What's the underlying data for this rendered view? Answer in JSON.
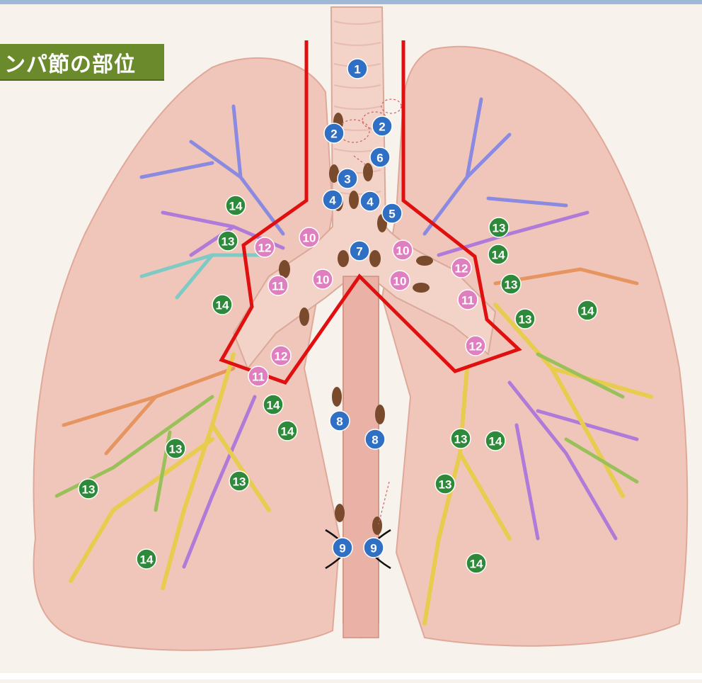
{
  "title": "ンパ節の部位",
  "colors": {
    "node_blue": "#2f6fc4",
    "node_pink": "#e07fbf",
    "node_green": "#2e8a3a",
    "outline_red": "#e01010",
    "lung": "#f1c9bf",
    "trachea": "#f3c6bd"
  },
  "nodes": [
    {
      "label": "1",
      "color": "blue"
    },
    {
      "label": "2",
      "color": "blue"
    },
    {
      "label": "2",
      "color": "blue"
    },
    {
      "label": "6",
      "color": "blue"
    },
    {
      "label": "3",
      "color": "blue"
    },
    {
      "label": "4",
      "color": "blue"
    },
    {
      "label": "4",
      "color": "blue"
    },
    {
      "label": "5",
      "color": "blue"
    },
    {
      "label": "7",
      "color": "blue"
    },
    {
      "label": "8",
      "color": "blue"
    },
    {
      "label": "8",
      "color": "blue"
    },
    {
      "label": "9",
      "color": "blue"
    },
    {
      "label": "9",
      "color": "blue"
    },
    {
      "label": "10",
      "color": "pink"
    },
    {
      "label": "10",
      "color": "pink"
    },
    {
      "label": "10",
      "color": "pink"
    },
    {
      "label": "10",
      "color": "pink"
    },
    {
      "label": "12",
      "color": "pink"
    },
    {
      "label": "11",
      "color": "pink"
    },
    {
      "label": "12",
      "color": "pink"
    },
    {
      "label": "11",
      "color": "pink"
    },
    {
      "label": "12",
      "color": "pink"
    },
    {
      "label": "11",
      "color": "pink"
    },
    {
      "label": "12",
      "color": "pink"
    },
    {
      "label": "14",
      "color": "green"
    },
    {
      "label": "13",
      "color": "green"
    },
    {
      "label": "14",
      "color": "green"
    },
    {
      "label": "13",
      "color": "green"
    },
    {
      "label": "14",
      "color": "green"
    },
    {
      "label": "13",
      "color": "green"
    },
    {
      "label": "13",
      "color": "green"
    },
    {
      "label": "14",
      "color": "green"
    },
    {
      "label": "14",
      "color": "green"
    },
    {
      "label": "14",
      "color": "green"
    },
    {
      "label": "13",
      "color": "green"
    },
    {
      "label": "13",
      "color": "green"
    },
    {
      "label": "13",
      "color": "green"
    },
    {
      "label": "14",
      "color": "green"
    },
    {
      "label": "13",
      "color": "green"
    },
    {
      "label": "13",
      "color": "green"
    },
    {
      "label": "14",
      "color": "green"
    },
    {
      "label": "14",
      "color": "green"
    }
  ]
}
